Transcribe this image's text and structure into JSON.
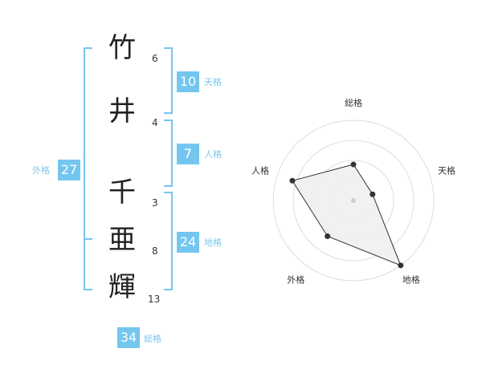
{
  "name_chars": [
    {
      "char": "竹",
      "strokes": "6"
    },
    {
      "char": "井",
      "strokes": "4"
    },
    {
      "char": "千",
      "strokes": "3"
    },
    {
      "char": "亜",
      "strokes": "8"
    },
    {
      "char": "輝",
      "strokes": "13"
    }
  ],
  "fortunes": {
    "tenkaku": {
      "value": "10",
      "label": "天格"
    },
    "jinkaku": {
      "value": "7",
      "label": "人格"
    },
    "chikaku": {
      "value": "24",
      "label": "地格"
    },
    "gaikaku": {
      "value": "27",
      "label": "外格"
    },
    "soukaku": {
      "value": "34",
      "label": "総格"
    }
  },
  "chart_data": {
    "type": "radar",
    "axes": [
      "総格",
      "天格",
      "地格",
      "外格",
      "人格"
    ],
    "values": [
      0.45,
      0.25,
      1.0,
      0.55,
      0.8
    ],
    "rings": 4
  },
  "colors": {
    "accent": "#74c6ef",
    "label": "#7ec7ea"
  }
}
